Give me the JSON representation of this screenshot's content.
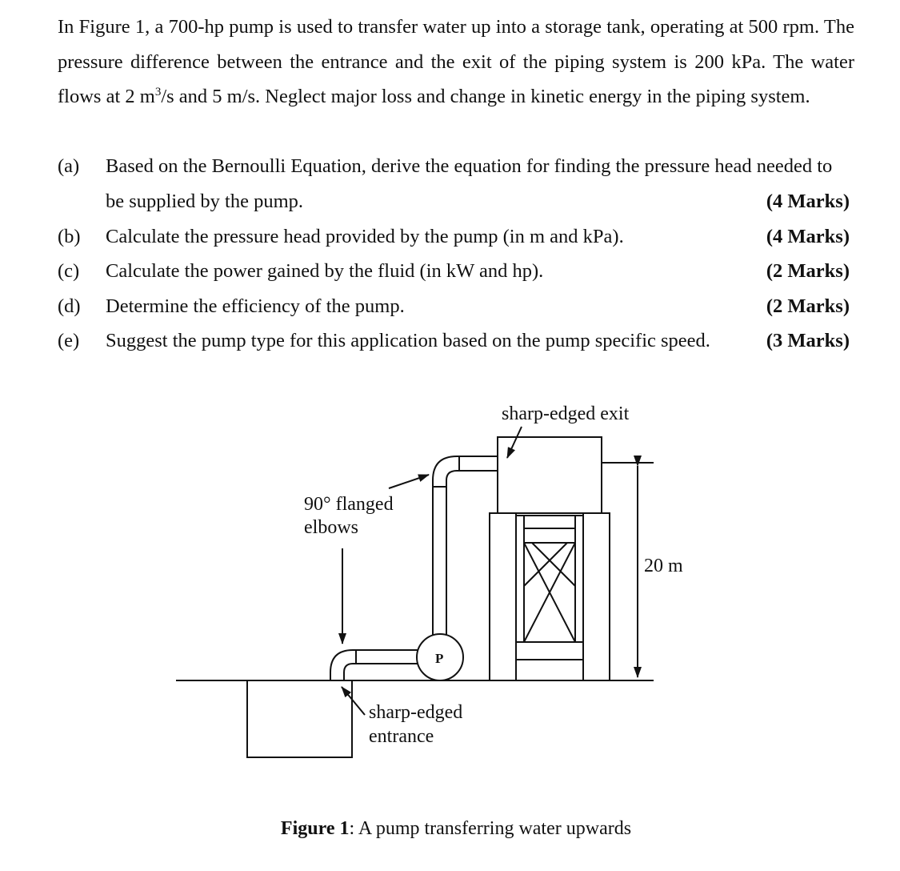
{
  "problem": {
    "intro_1": "In Figure 1, a 700-hp pump is used to transfer water up into a storage tank, operating at 500 rpm. The pressure difference between the entrance and the exit of the piping system is 200 kPa. The water flows at 2 m",
    "intro_sup": "3",
    "intro_2": "/s and 5 m/s. Neglect major loss and change in kinetic energy in the piping system."
  },
  "questions": [
    {
      "label": "(a)",
      "text_line1": "Based on the Bernoulli Equation, derive the equation for finding the pressure head needed to",
      "text_line2": "be supplied by the pump.",
      "marks": "(4 Marks)"
    },
    {
      "label": "(b)",
      "text": "Calculate the pressure head provided by the pump (in m and kPa).",
      "marks": "(4 Marks)"
    },
    {
      "label": "(c)",
      "text": "Calculate the power gained by the fluid (in kW and hp).",
      "marks": "(2 Marks)"
    },
    {
      "label": "(d)",
      "text": "Determine the efficiency of the pump.",
      "marks": "(2 Marks)"
    },
    {
      "label": "(e)",
      "text": "Suggest the pump type for this application based on the pump specific speed.",
      "marks": "(3 Marks)"
    }
  ],
  "figure": {
    "label_exit": "sharp-edged exit",
    "label_elbows_1": "90° flanged",
    "label_elbows_2": "elbows",
    "label_height": "20 m",
    "label_pump": "P",
    "label_entrance_1": "sharp-edged",
    "label_entrance_2": "entrance",
    "caption_bold": "Figure 1",
    "caption_rest": ": A pump transferring water upwards"
  }
}
